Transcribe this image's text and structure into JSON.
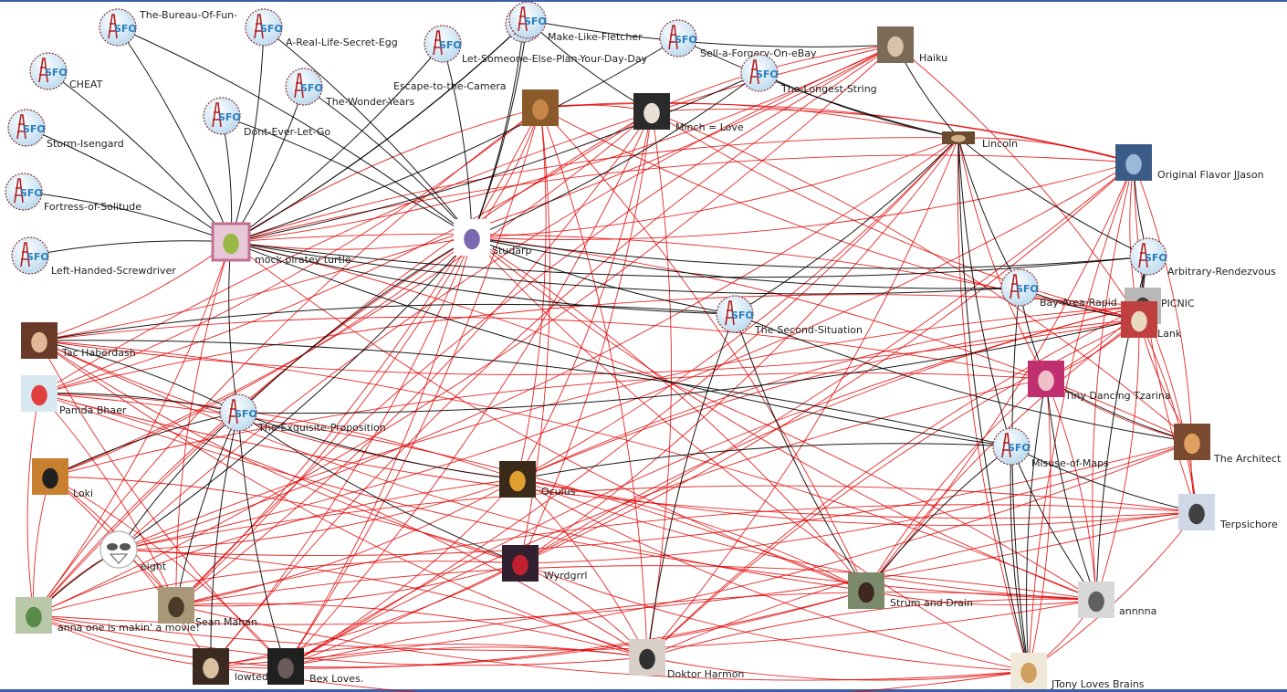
{
  "colors": {
    "group_edge": "#000000",
    "member_edge": "#e00000",
    "sfo_fill": "#d7eaf5",
    "sfo_text": "#2a7fc0",
    "frame": "#3d5fa8"
  },
  "nodes": [
    {
      "id": "bureau",
      "label": "The-Bureau-Of-Fun-",
      "kind": "group",
      "icon": "sfo-icon"
    },
    {
      "id": "egg",
      "label": "A-Real-Life-Secret-Egg",
      "kind": "group",
      "icon": "sfo-icon"
    },
    {
      "id": "escape",
      "label": "Escape-to-the-Camera",
      "kind": "group",
      "icon": "sfo-icon"
    },
    {
      "id": "letsomeone",
      "label": "Let-Someone-Else-Plan-Your-Day-Day",
      "kind": "group",
      "icon": "sfo-icon"
    },
    {
      "id": "fletcher",
      "label": "Make-Like-Fletcher",
      "kind": "group",
      "icon": "sfo-icon"
    },
    {
      "id": "forgery",
      "label": "Sell-a-Forgery-On-eBay",
      "kind": "group",
      "icon": "sfo-icon"
    },
    {
      "id": "haiku",
      "label": "Haiku",
      "kind": "person",
      "icon": "photo"
    },
    {
      "id": "cheat",
      "label": "CHEAT",
      "kind": "group",
      "icon": "sfo-icon"
    },
    {
      "id": "wonder",
      "label": "The-Wonder-Years",
      "kind": "group",
      "icon": "sfo-icon"
    },
    {
      "id": "longest",
      "label": "The-Longest-String",
      "kind": "group",
      "icon": "sfo-icon"
    },
    {
      "id": "orang",
      "label": "",
      "kind": "person",
      "icon": "photo"
    },
    {
      "id": "minch",
      "label": "Minch = Love",
      "kind": "person",
      "icon": "photo"
    },
    {
      "id": "storm",
      "label": "Storm-Isengard",
      "kind": "group",
      "icon": "sfo-icon"
    },
    {
      "id": "dontever",
      "label": "Dont-Ever-Let-Go",
      "kind": "group",
      "icon": "sfo-icon"
    },
    {
      "id": "lincoln",
      "label": "Lincoln",
      "kind": "person",
      "icon": "photo"
    },
    {
      "id": "jjason",
      "label": "Original Flavor JJason",
      "kind": "person",
      "icon": "photo"
    },
    {
      "id": "fortress",
      "label": "Fortress-of-Solitude",
      "kind": "group",
      "icon": "sfo-icon"
    },
    {
      "id": "mock",
      "label": "mock piratey turtle",
      "kind": "person",
      "icon": "photo"
    },
    {
      "id": "studarp",
      "label": "Studarp",
      "kind": "person",
      "icon": "photo"
    },
    {
      "id": "lefthanded",
      "label": "Left-Handed-Screwdriver",
      "kind": "group",
      "icon": "sfo-icon"
    },
    {
      "id": "arbitrary",
      "label": "Arbitrary-Rendezvous",
      "kind": "group",
      "icon": "sfo-icon"
    },
    {
      "id": "bayarea",
      "label": "Bay-Area-Rapid",
      "kind": "group",
      "icon": "sfo-icon"
    },
    {
      "id": "picnic",
      "label": "PICNIC",
      "kind": "person",
      "icon": "photo"
    },
    {
      "id": "second",
      "label": "The-Second-Situation",
      "kind": "group",
      "icon": "sfo-icon"
    },
    {
      "id": "lank",
      "label": "Lank",
      "kind": "person",
      "icon": "photo"
    },
    {
      "id": "tac",
      "label": "Tac Haberdash",
      "kind": "person",
      "icon": "photo"
    },
    {
      "id": "tiny",
      "label": "Tiny Dancing Tzarina",
      "kind": "person",
      "icon": "photo"
    },
    {
      "id": "pamda",
      "label": "Pamda Bhaer",
      "kind": "person",
      "icon": "photo"
    },
    {
      "id": "exquisite",
      "label": "The-Exquisite-Proposition",
      "kind": "group",
      "icon": "sfo-icon"
    },
    {
      "id": "architect",
      "label": "The Architect",
      "kind": "person",
      "icon": "photo"
    },
    {
      "id": "misuse",
      "label": "Misuse-of-Maps",
      "kind": "group",
      "icon": "sfo-icon"
    },
    {
      "id": "loki",
      "label": "Loki",
      "kind": "person",
      "icon": "photo"
    },
    {
      "id": "oculus",
      "label": "Oculus",
      "kind": "person",
      "icon": "photo"
    },
    {
      "id": "terpsichore",
      "label": "Terpsichore",
      "kind": "person",
      "icon": "photo"
    },
    {
      "id": "eight",
      "label": "eight",
      "kind": "person",
      "icon": "face-icon"
    },
    {
      "id": "wyrdgrrl",
      "label": "Wyrdgrrl",
      "kind": "person",
      "icon": "photo"
    },
    {
      "id": "strum",
      "label": "Strum and Drain",
      "kind": "person",
      "icon": "photo"
    },
    {
      "id": "annna",
      "label": "annnna",
      "kind": "person",
      "icon": "photo"
    },
    {
      "id": "anna",
      "label": "anna one is makin' a movie!",
      "kind": "person",
      "icon": "photo"
    },
    {
      "id": "sean",
      "label": "Sean Mahan",
      "kind": "person",
      "icon": "photo"
    },
    {
      "id": "lowted",
      "label": "lowted",
      "kind": "person",
      "icon": "photo"
    },
    {
      "id": "bex",
      "label": "Bex Loves.",
      "kind": "person",
      "icon": "photo"
    },
    {
      "id": "harmon",
      "label": "Doktor Harmon",
      "kind": "person",
      "icon": "photo"
    },
    {
      "id": "jtony",
      "label": "JTony Loves Brains",
      "kind": "person",
      "icon": "photo"
    }
  ],
  "group_edges": [
    [
      "mock",
      "bureau"
    ],
    [
      "mock",
      "egg"
    ],
    [
      "mock",
      "escape"
    ],
    [
      "mock",
      "letsomeone"
    ],
    [
      "mock",
      "fletcher"
    ],
    [
      "mock",
      "forgery"
    ],
    [
      "mock",
      "cheat"
    ],
    [
      "mock",
      "wonder"
    ],
    [
      "mock",
      "storm"
    ],
    [
      "mock",
      "dontever"
    ],
    [
      "mock",
      "fortress"
    ],
    [
      "mock",
      "lefthanded"
    ],
    [
      "mock",
      "exquisite"
    ],
    [
      "mock",
      "second"
    ],
    [
      "mock",
      "bayarea"
    ],
    [
      "mock",
      "arbitrary"
    ],
    [
      "mock",
      "misuse"
    ],
    [
      "mock",
      "longest"
    ],
    [
      "studarp",
      "bureau"
    ],
    [
      "studarp",
      "egg"
    ],
    [
      "studarp",
      "escape"
    ],
    [
      "studarp",
      "letsomeone"
    ],
    [
      "studarp",
      "fletcher"
    ],
    [
      "studarp",
      "wonder"
    ],
    [
      "studarp",
      "dontever"
    ],
    [
      "studarp",
      "exquisite"
    ],
    [
      "studarp",
      "second"
    ],
    [
      "studarp",
      "arbitrary"
    ],
    [
      "studarp",
      "longest"
    ],
    [
      "studarp",
      "bayarea"
    ],
    [
      "fletcher",
      "minch"
    ],
    [
      "fletcher",
      "haiku"
    ],
    [
      "forgery",
      "lincoln"
    ],
    [
      "longest",
      "lincoln"
    ],
    [
      "haiku",
      "lincoln"
    ],
    [
      "lincoln",
      "arbitrary"
    ],
    [
      "lincoln",
      "bayarea"
    ],
    [
      "lincoln",
      "misuse"
    ],
    [
      "lincoln",
      "jtony"
    ],
    [
      "jjason",
      "arbitrary"
    ],
    [
      "arbitrary",
      "lank"
    ],
    [
      "arbitrary",
      "picnic"
    ],
    [
      "arbitrary",
      "annna"
    ],
    [
      "bayarea",
      "lank"
    ],
    [
      "bayarea",
      "tiny"
    ],
    [
      "bayarea",
      "jtony"
    ],
    [
      "second",
      "lincoln"
    ],
    [
      "second",
      "strum"
    ],
    [
      "second",
      "harmon"
    ],
    [
      "second",
      "tac"
    ],
    [
      "second",
      "architect"
    ],
    [
      "misuse",
      "oculus"
    ],
    [
      "misuse",
      "annna"
    ],
    [
      "misuse",
      "terpsichore"
    ],
    [
      "misuse",
      "jtony"
    ],
    [
      "misuse",
      "tac"
    ],
    [
      "misuse",
      "strum"
    ],
    [
      "exquisite",
      "tac"
    ],
    [
      "exquisite",
      "pamda"
    ],
    [
      "exquisite",
      "loki"
    ],
    [
      "exquisite",
      "eight"
    ],
    [
      "exquisite",
      "sean"
    ],
    [
      "exquisite",
      "lowted"
    ],
    [
      "exquisite",
      "bex"
    ],
    [
      "exquisite",
      "wyrdgrrl"
    ],
    [
      "exquisite",
      "oculus"
    ],
    [
      "exquisite",
      "lank"
    ],
    [
      "tiny",
      "architect"
    ],
    [
      "tiny",
      "jtony"
    ],
    [
      "tiny",
      "annna"
    ],
    [
      "eight",
      "anna"
    ],
    [
      "eight",
      "studarp"
    ]
  ]
}
